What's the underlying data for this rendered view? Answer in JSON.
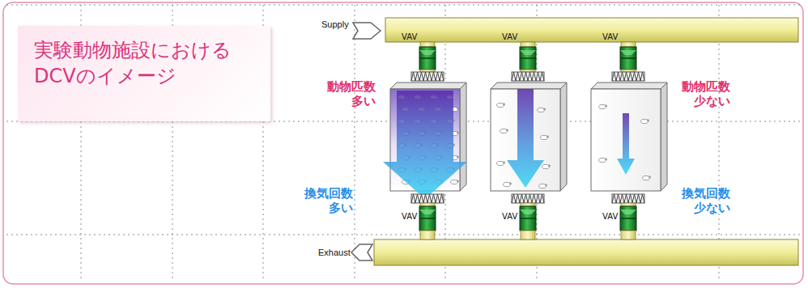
{
  "diagram": {
    "nodes": [
      {
        "text": [
          "実験動物施設における DCVのイメージ"
        ]
      }
    ],
    "labels": [
      "Supply",
      "Exhaust",
      "VAV",
      "VAV",
      "VAV",
      "VAV",
      "VAV",
      "VAV",
      "動物匹数 多い",
      "動物匹数 少ない",
      "換気回数 多い",
      "換気回数 少ない"
    ]
  }
}
